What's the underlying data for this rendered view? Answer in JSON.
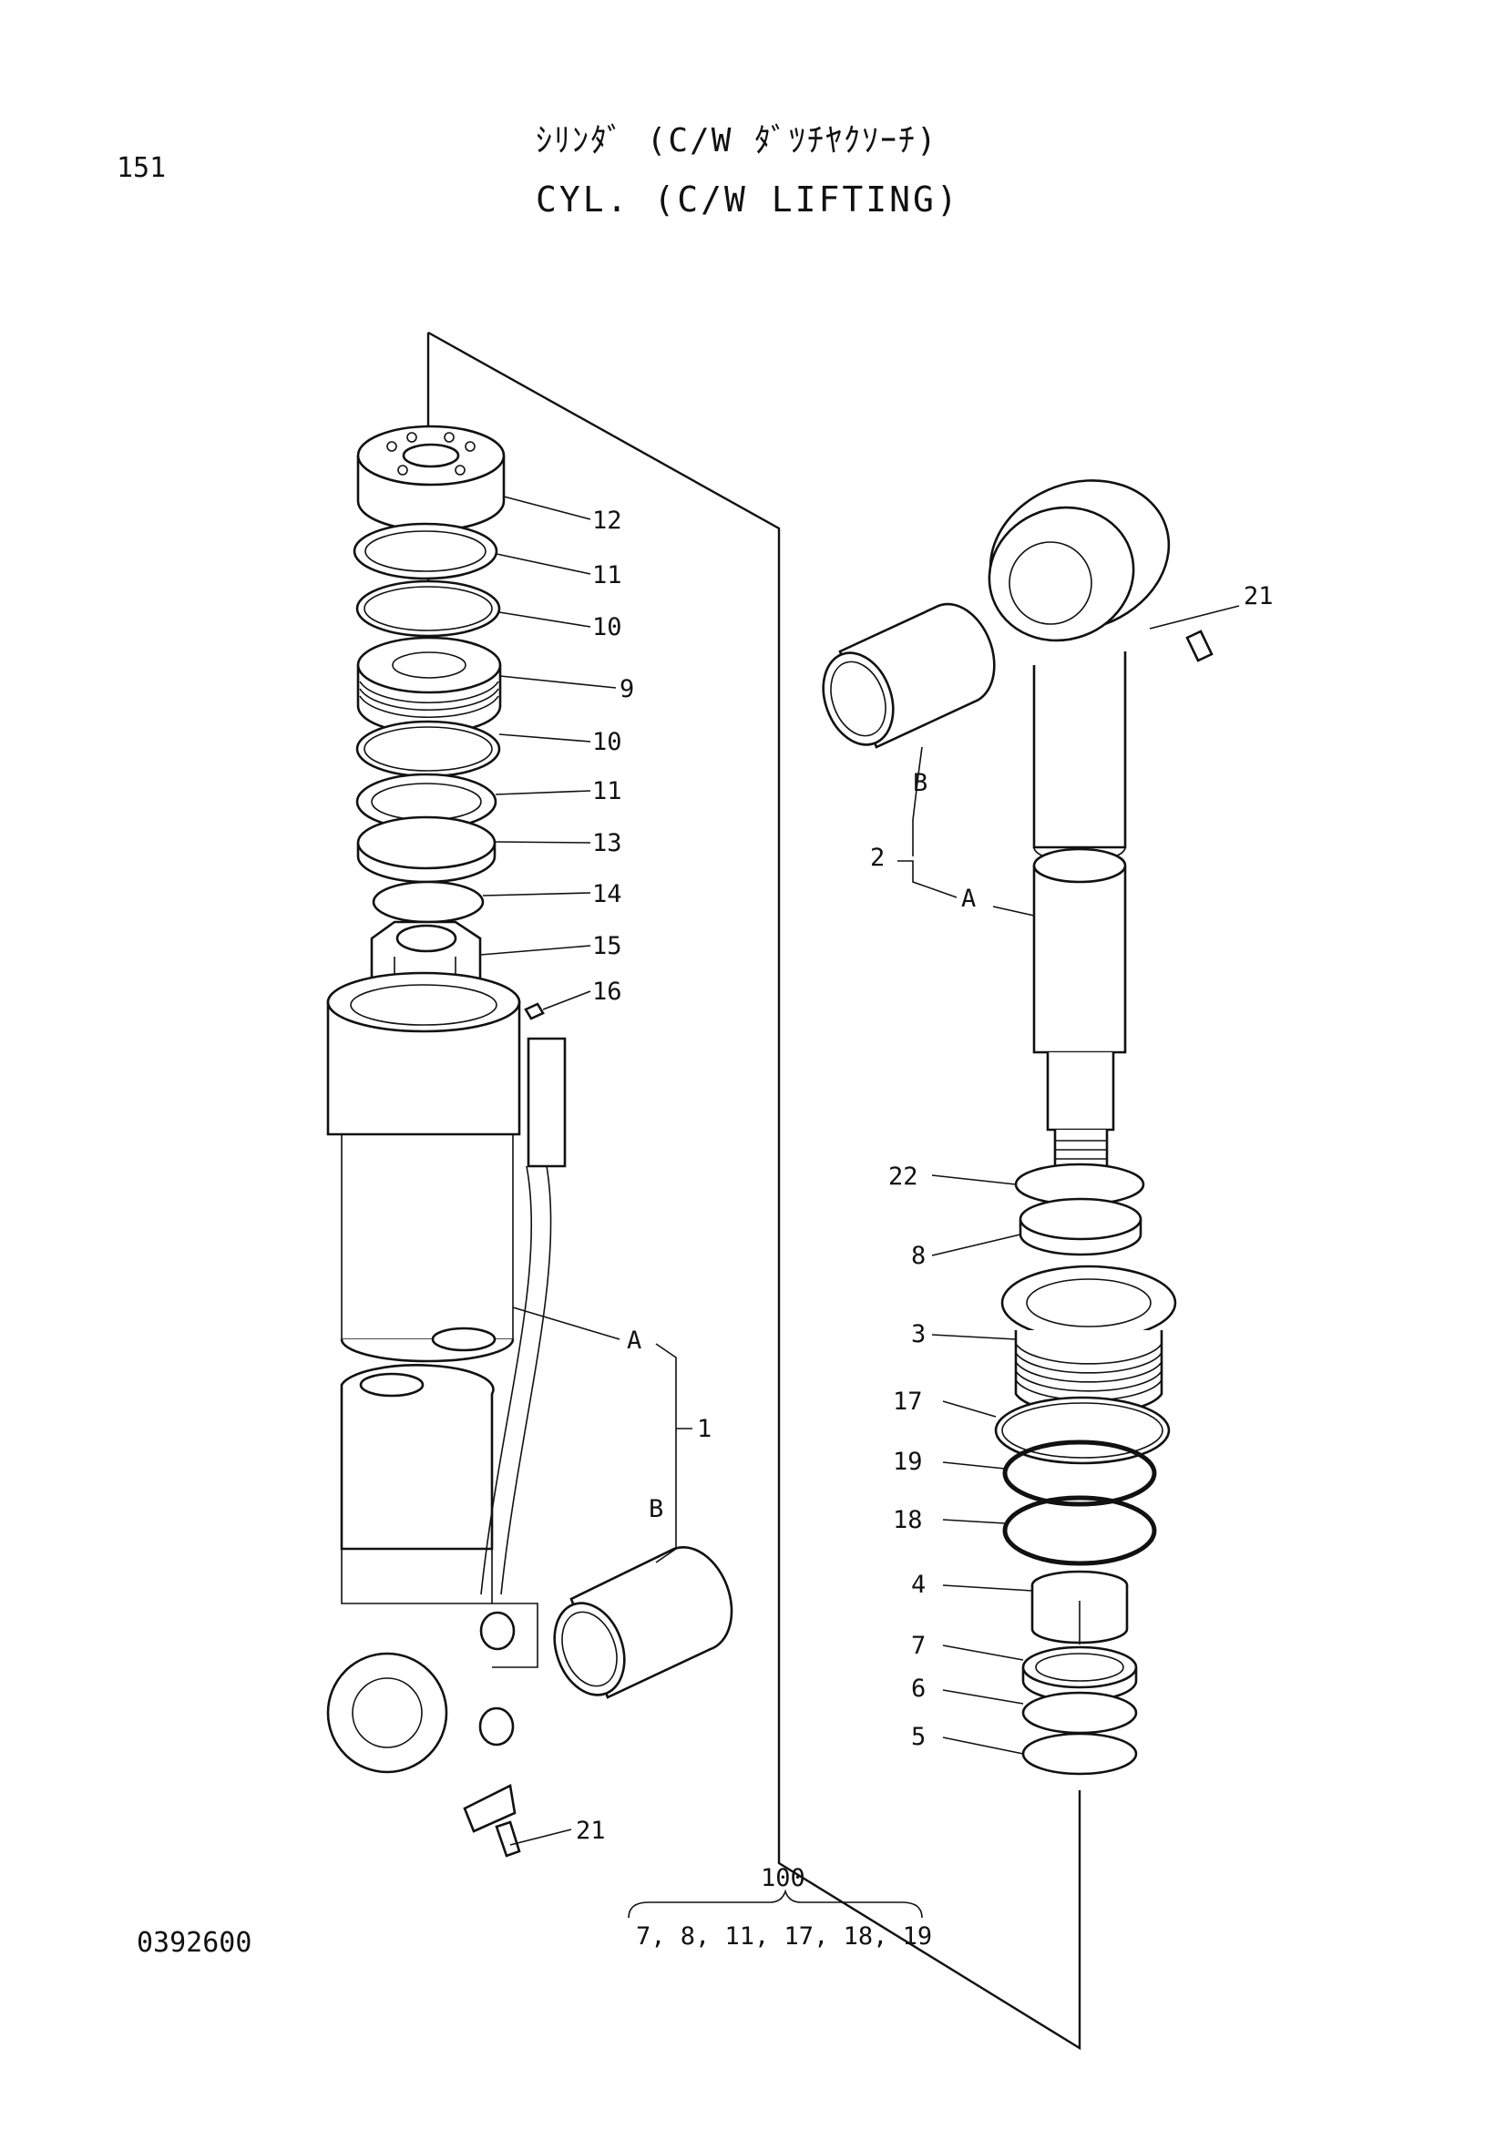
{
  "page": {
    "number": "151",
    "title_jp": "ｼﾘﾝﾀﾞ (C/W ﾀﾞﾂﾁﾔｸｿｰﾁ)",
    "title_en": "CYL. (C/W LIFTING)",
    "drawing_code": "0392600"
  },
  "callouts": {
    "c12": "12",
    "c11a": "11",
    "c10a": "10",
    "c9": "9",
    "c10b": "10",
    "c11b": "11",
    "c13": "13",
    "c14": "14",
    "c15": "15",
    "c16": "16",
    "cA1": "A",
    "c1": "1",
    "cB1": "B",
    "c21a": "21",
    "c21b": "21",
    "cB2": "B",
    "c2": "2",
    "cA2": "A",
    "c22": "22",
    "c8": "8",
    "c3": "3",
    "c17": "17",
    "c19": "19",
    "c18": "18",
    "c4": "4",
    "c7": "7",
    "c6": "6",
    "c5": "5"
  },
  "kit": {
    "number": "100",
    "contents": "7, 8, 11, 17, 18, 19"
  }
}
